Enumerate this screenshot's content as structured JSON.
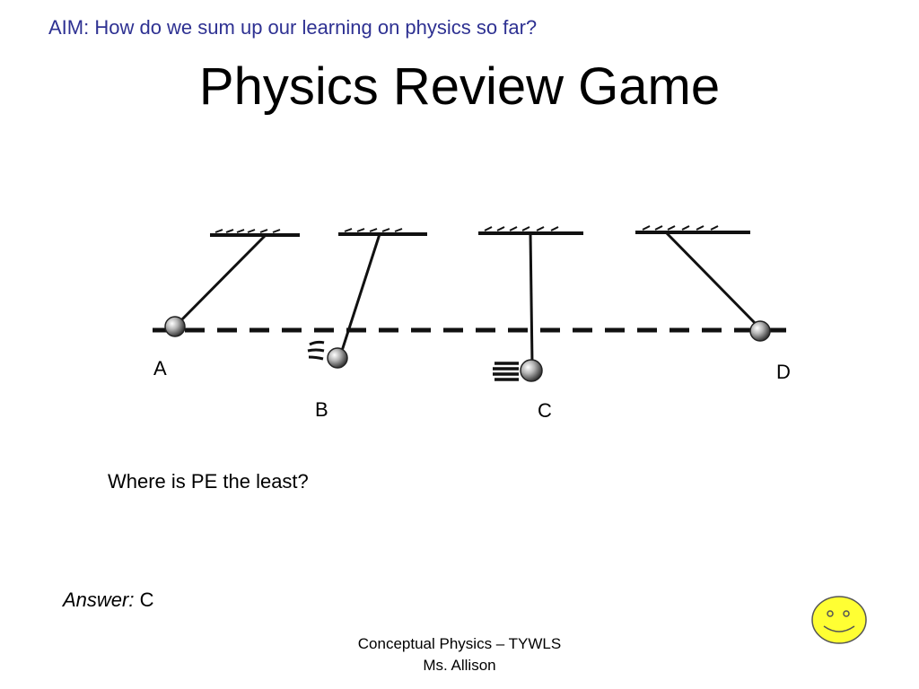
{
  "slide": {
    "aim": "AIM: How do we sum up our learning on physics so far?",
    "title": "Physics Review Game",
    "question": "Where is PE the least?",
    "answer_label": "Answer:",
    "answer_value": "C",
    "footer_line1": "Conceptual Physics – TYWLS",
    "footer_line2": "Ms. Allison"
  },
  "diagram": {
    "positions": [
      "A",
      "B",
      "C",
      "D"
    ],
    "reference_line": "dashed"
  },
  "colors": {
    "aim_text": "#2e3192",
    "smiley_fill": "#ffff33",
    "smiley_stroke": "#555555"
  },
  "icons": {
    "smiley": "smiley-face-icon"
  }
}
